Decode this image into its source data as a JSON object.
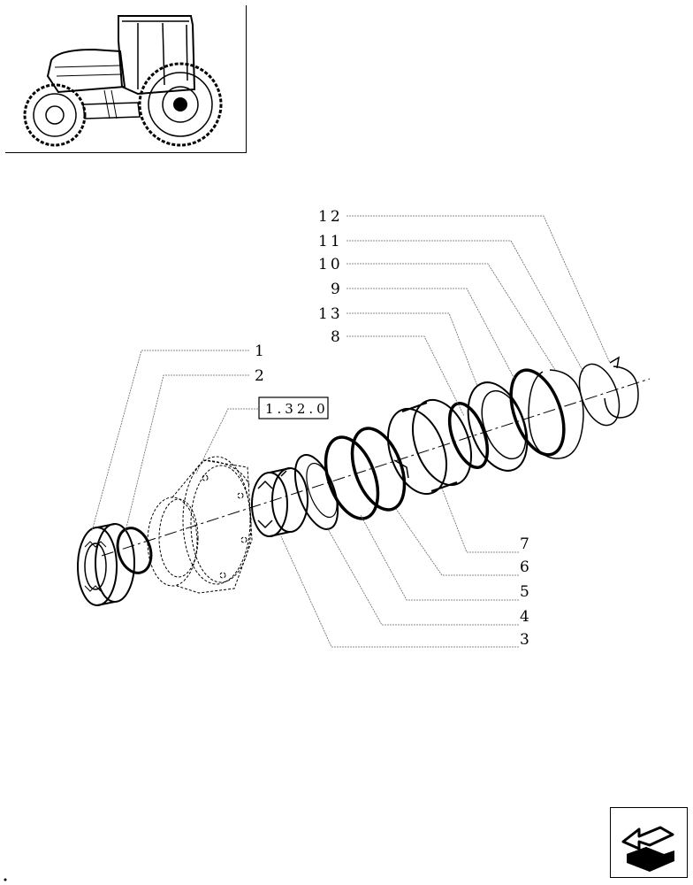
{
  "thumbnail": {
    "icon": "tractor-icon"
  },
  "reference_box": {
    "label": "1.32.0"
  },
  "callouts": {
    "c1": "1",
    "c2": "2",
    "c3": "3",
    "c4": "4",
    "c5": "5",
    "c6": "6",
    "c7": "7",
    "c8": "8",
    "c9": "9",
    "c10": "10",
    "c11": "11",
    "c12": "12",
    "c13": "13"
  },
  "nav": {
    "icon": "next-page-arrow-icon"
  },
  "colors": {
    "line": "#000000",
    "leader": "#777777",
    "background": "#ffffff"
  }
}
